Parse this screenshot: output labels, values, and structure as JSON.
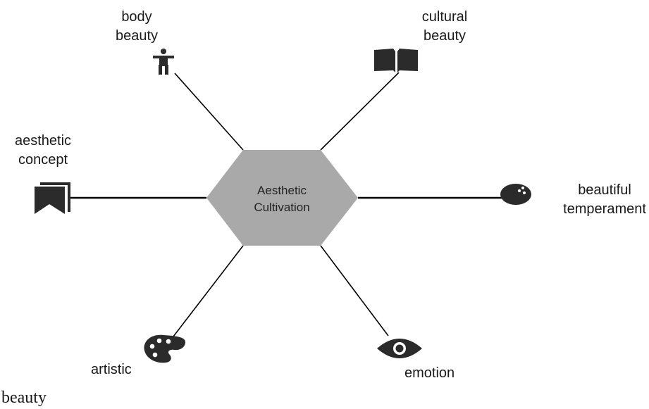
{
  "center": {
    "line1": "Aesthetic",
    "line2": "Cultivation"
  },
  "nodes": {
    "body_beauty": {
      "line1": "body",
      "line2": "beauty",
      "icon": "person-icon"
    },
    "cultural_beauty": {
      "line1": "cultural",
      "line2": "beauty",
      "icon": "open-book-icon"
    },
    "aesthetic_concept": {
      "line1": "aesthetic",
      "line2": "concept",
      "icon": "bookmarks-icon"
    },
    "beautiful_temperament": {
      "line1": "beautiful",
      "line2": "temperament",
      "icon": "bowling-ball-icon"
    },
    "artistic_beauty": {
      "line1": "artistic",
      "line2": "beauty",
      "icon": "palette-icon"
    },
    "emotion": {
      "line1": "emotion",
      "icon": "eye-icon"
    }
  },
  "colors": {
    "hexagon": "#a9a9a9",
    "icon": "#2b2b2b",
    "line": "#000000"
  }
}
